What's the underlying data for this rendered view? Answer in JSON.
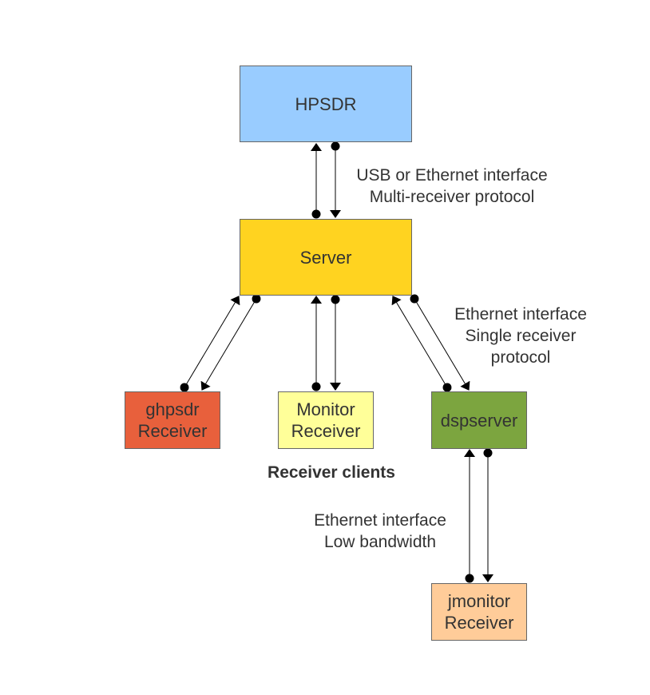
{
  "nodes": {
    "hpsdr": {
      "lines": [
        "HPSDR"
      ],
      "color": "#99ccff"
    },
    "server": {
      "lines": [
        "Server"
      ],
      "color": "#ffd320"
    },
    "ghpsdr": {
      "lines": [
        "ghpsdr",
        "Receiver"
      ],
      "color": "#e8603c"
    },
    "monitor": {
      "lines": [
        "Monitor",
        "Receiver"
      ],
      "color": "#ffff99"
    },
    "dspserver": {
      "lines": [
        "dspserver"
      ],
      "color": "#7ca53f"
    },
    "jmonitor": {
      "lines": [
        "jmonitor",
        "Receiver"
      ],
      "color": "#ffcc99"
    }
  },
  "labels": {
    "usb_interface": [
      "USB or Ethernet interface",
      "Multi-receiver protocol"
    ],
    "single_receiver": [
      "Ethernet interface",
      "Single receiver",
      "protocol"
    ],
    "receiver_clients": "Receiver clients",
    "low_bandwidth": [
      "Ethernet interface",
      "Low bandwidth"
    ]
  },
  "connections": [
    {
      "from": "hpsdr",
      "to": "server",
      "type": "bidirectional"
    },
    {
      "from": "server",
      "to": "ghpsdr",
      "type": "bidirectional"
    },
    {
      "from": "server",
      "to": "monitor",
      "type": "bidirectional"
    },
    {
      "from": "server",
      "to": "dspserver",
      "type": "bidirectional"
    },
    {
      "from": "dspserver",
      "to": "jmonitor",
      "type": "bidirectional"
    }
  ]
}
